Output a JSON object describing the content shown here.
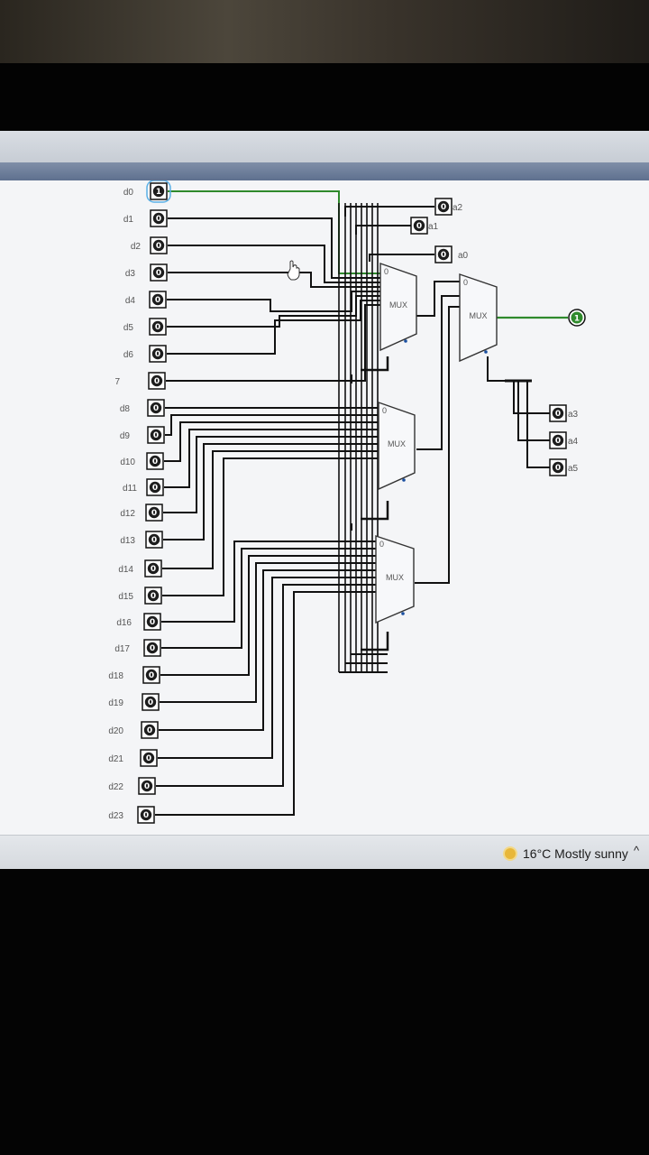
{
  "inputs": {
    "data_labels": [
      "d0",
      "d1",
      "d2",
      "d3",
      "d4",
      "d5",
      "d6",
      "7",
      "d8",
      "d9",
      "d10",
      "d11",
      "d12",
      "d13",
      "d14",
      "d15",
      "d16",
      "d17",
      "d18",
      "d19",
      "d20",
      "d21",
      "d22",
      "d23"
    ],
    "data_values": [
      "1",
      "0",
      "0",
      "0",
      "0",
      "0",
      "0",
      "0",
      "0",
      "0",
      "0",
      "0",
      "0",
      "0",
      "0",
      "0",
      "0",
      "0",
      "0",
      "0",
      "0",
      "0",
      "0",
      "0"
    ],
    "select_labels": [
      "a2",
      "a1",
      "a0",
      "a3",
      "a4",
      "a5"
    ],
    "select_values": [
      "0",
      "0",
      "0",
      "0",
      "0",
      "0"
    ]
  },
  "muxes": [
    {
      "label": "MUX",
      "input0_label": "0"
    },
    {
      "label": "MUX",
      "input0_label": "0"
    },
    {
      "label": "MUX",
      "input0_label": "0"
    },
    {
      "label": "MUX",
      "input0_label": "0"
    }
  ],
  "output": {
    "value": "1"
  },
  "taskbar": {
    "weather_text": "16°C Mostly sunny",
    "weather_icon": "sun-icon",
    "tray_chevron": "^"
  },
  "colors": {
    "wire_active": "#2f8a2c",
    "wire_idle": "#111111",
    "canvas": "#f4f5f7"
  }
}
